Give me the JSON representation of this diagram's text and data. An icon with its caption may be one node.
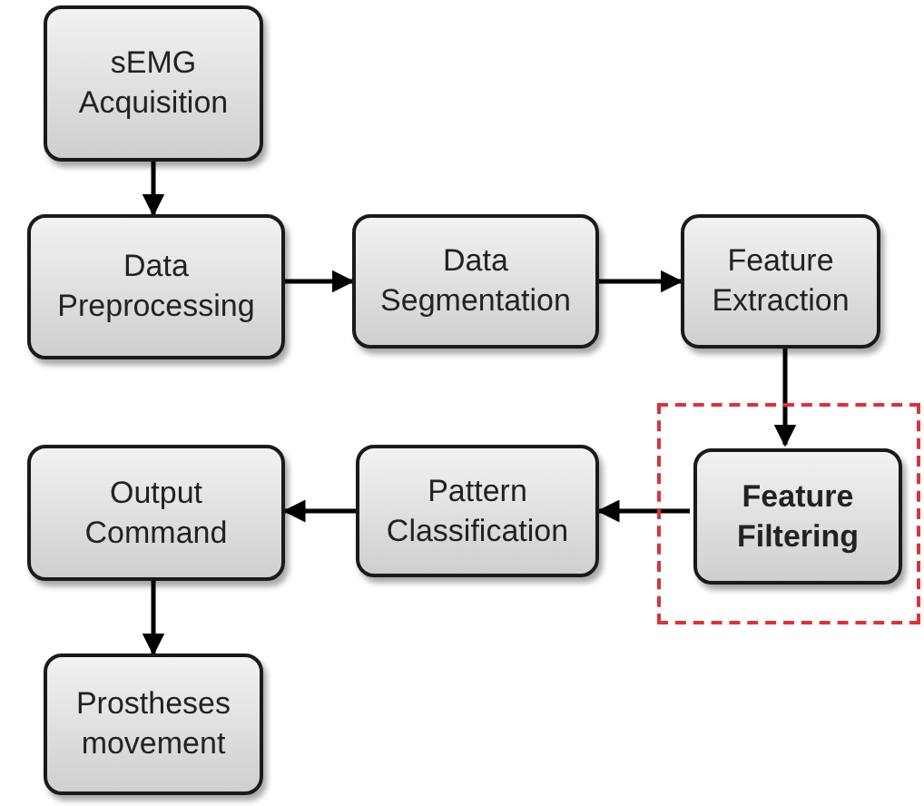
{
  "diagram": {
    "nodes": [
      {
        "text": [
          "sEMG Acquisition"
        ]
      },
      {
        "text": [
          "Data Preprocessing"
        ]
      },
      {
        "text": [
          "Data Segmentation"
        ]
      },
      {
        "text": [
          "Feature Extraction"
        ]
      },
      {
        "text": [],
        "shape": "box"
      },
      {
        "text": [
          "Feature Filtering"
        ],
        "in": 4
      },
      {
        "text": [
          "Pattern Classification"
        ]
      },
      {
        "text": [
          "Output Command"
        ]
      },
      {
        "text": [
          "Prostheses movement"
        ]
      }
    ],
    "edges": [
      {
        "from": 0,
        "to": 1,
        "arrow": "to"
      },
      {
        "from": 1,
        "to": 2,
        "arrow": "to"
      },
      {
        "from": 2,
        "to": 3,
        "arrow": "to"
      },
      {
        "from": 3,
        "to": 5,
        "arrow": "to"
      },
      {
        "from": 5,
        "to": 6,
        "arrow": "to"
      },
      {
        "from": 6,
        "to": 7,
        "arrow": "to"
      },
      {
        "from": 7,
        "to": 8,
        "arrow": "to"
      }
    ]
  }
}
